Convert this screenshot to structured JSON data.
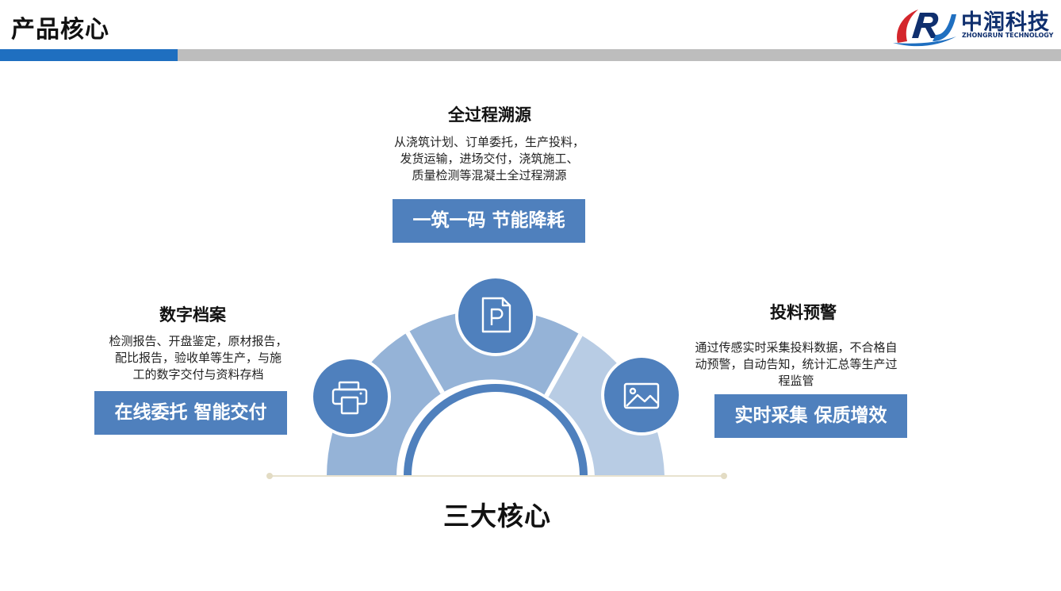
{
  "header": {
    "title": "产品核心",
    "logo": {
      "name_cn": "中润科技",
      "name_en": "ZHONGRUN TECHNOLOGY",
      "mark_letters": "RJ",
      "colors": {
        "navy": "#0f2f6e",
        "red": "#d4262c",
        "blue": "#1f6fc0"
      }
    }
  },
  "colors": {
    "accent_blue": "#1f6fc0",
    "tag_blue": "#4f80bd",
    "arc_light": "#b8cce4",
    "arc_mid": "#95b3d7",
    "divider_gray": "#bdbdbd"
  },
  "sections": {
    "top": {
      "title": "全过程溯源",
      "desc": [
        "从浇筑计划、订单委托，生产投料，",
        "发货运输，进场交付，浇筑施工、",
        "质量检测等混凝土全过程溯源"
      ],
      "tag": "一筑一码 节能降耗",
      "icon": "document-p-icon"
    },
    "left": {
      "title": "数字档案",
      "desc": [
        "检测报告、开盘鉴定，原材报告，",
        "配比报告，验收单等生产，与施",
        "工的数字交付与资料存档"
      ],
      "tag": "在线委托 智能交付",
      "icon": "printer-icon"
    },
    "right": {
      "title": "投料预警",
      "desc": [
        "通过传感实时采集投料数据，不合格自",
        "动预警，自动告知，统计汇总等生产过",
        "程监管"
      ],
      "tag": "实时采集 保质增效",
      "icon": "image-icon"
    }
  },
  "center": {
    "title": "三大核心"
  }
}
